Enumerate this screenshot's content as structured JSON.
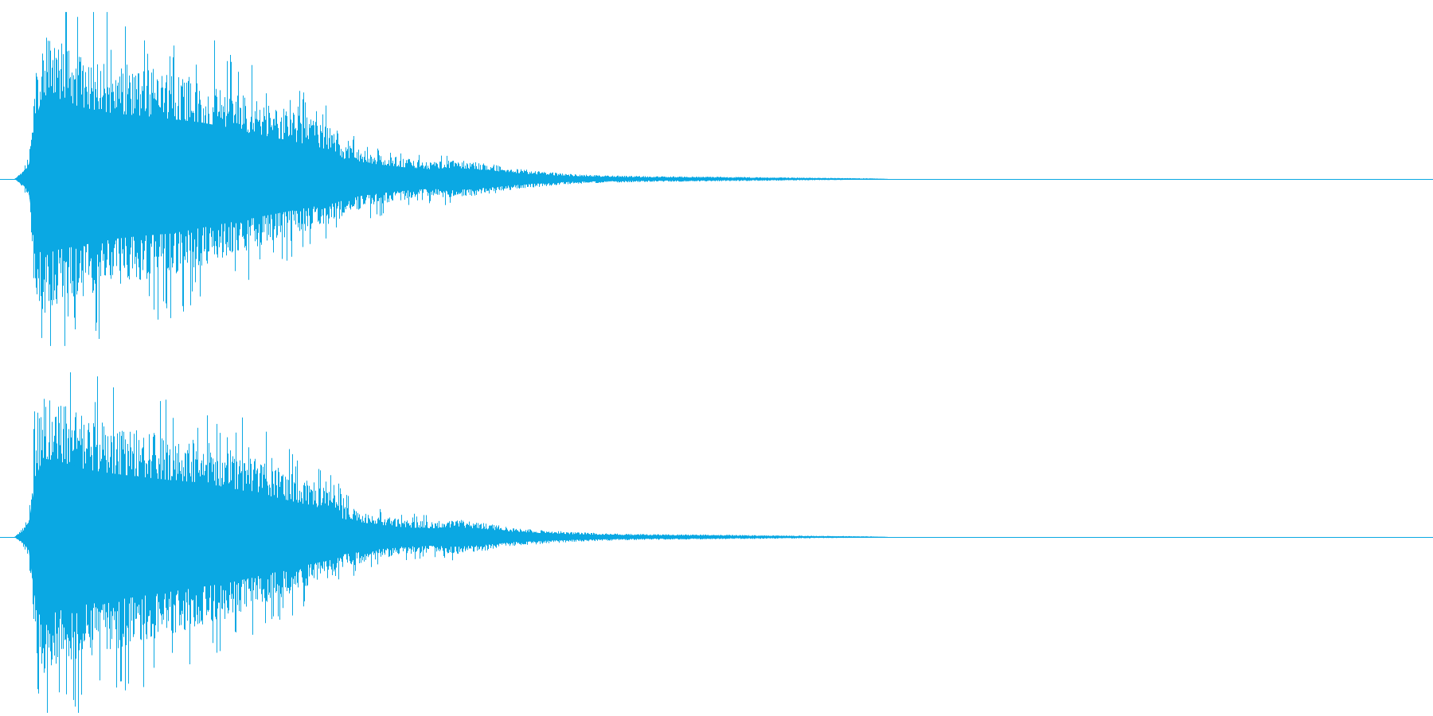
{
  "app": {
    "view": "audio-waveform"
  },
  "style": {
    "background": "#ffffff",
    "waveform_color": "#0aa8e3"
  },
  "chart_data": {
    "type": "area",
    "title": "",
    "xlabel": "",
    "ylabel": "",
    "grid": false,
    "legend": "none",
    "x_unit": "fraction-of-duration",
    "ylim": [
      -1,
      1
    ],
    "channels": [
      {
        "name": "",
        "envelope": {
          "x": [
            0.0,
            0.01,
            0.016,
            0.02,
            0.025,
            0.03,
            0.04,
            0.06,
            0.08,
            0.1,
            0.12,
            0.14,
            0.16,
            0.18,
            0.2,
            0.22,
            0.235,
            0.24,
            0.26,
            0.28,
            0.3,
            0.32,
            0.34,
            0.36,
            0.364,
            0.37,
            0.38,
            0.39,
            0.4,
            0.42,
            0.45,
            0.5,
            0.55,
            0.6,
            0.61,
            0.62,
            1.0
          ],
          "upper": [
            0.0,
            0.0,
            0.05,
            0.12,
            0.55,
            0.78,
            0.72,
            0.65,
            0.6,
            0.58,
            0.55,
            0.52,
            0.47,
            0.4,
            0.36,
            0.3,
            0.25,
            0.18,
            0.14,
            0.11,
            0.09,
            0.1,
            0.08,
            0.055,
            0.053,
            0.045,
            0.04,
            0.03,
            0.025,
            0.02,
            0.015,
            0.012,
            0.008,
            0.004,
            0.003,
            0.0,
            0.0
          ],
          "lower": [
            0.0,
            0.0,
            -0.05,
            -0.12,
            -0.6,
            -0.7,
            -0.65,
            -0.6,
            -0.55,
            -0.52,
            -0.5,
            -0.45,
            -0.4,
            -0.35,
            -0.3,
            -0.25,
            -0.22,
            -0.18,
            -0.14,
            -0.11,
            -0.09,
            -0.1,
            -0.08,
            -0.055,
            -0.053,
            -0.045,
            -0.04,
            -0.03,
            -0.025,
            -0.02,
            -0.015,
            -0.012,
            -0.008,
            -0.004,
            -0.003,
            0.0,
            0.0
          ],
          "peak_max": 0.95,
          "peak_min": -0.95
        }
      },
      {
        "name": "",
        "envelope": {
          "x": [
            0.0,
            0.01,
            0.016,
            0.02,
            0.025,
            0.03,
            0.04,
            0.06,
            0.08,
            0.1,
            0.12,
            0.14,
            0.16,
            0.18,
            0.2,
            0.22,
            0.235,
            0.24,
            0.26,
            0.28,
            0.3,
            0.32,
            0.34,
            0.36,
            0.364,
            0.37,
            0.38,
            0.39,
            0.4,
            0.42,
            0.45,
            0.5,
            0.55,
            0.6,
            0.61,
            0.62,
            1.0
          ],
          "upper": [
            0.0,
            0.0,
            0.05,
            0.12,
            0.55,
            0.72,
            0.7,
            0.62,
            0.58,
            0.55,
            0.52,
            0.5,
            0.45,
            0.4,
            0.34,
            0.28,
            0.22,
            0.16,
            0.12,
            0.09,
            0.08,
            0.09,
            0.07,
            0.045,
            0.043,
            0.04,
            0.035,
            0.03,
            0.025,
            0.02,
            0.015,
            0.012,
            0.008,
            0.004,
            0.003,
            0.0,
            0.0
          ],
          "lower": [
            0.0,
            0.0,
            -0.05,
            -0.12,
            -0.62,
            -0.75,
            -0.68,
            -0.62,
            -0.58,
            -0.54,
            -0.5,
            -0.46,
            -0.42,
            -0.36,
            -0.3,
            -0.24,
            -0.2,
            -0.16,
            -0.12,
            -0.09,
            -0.08,
            -0.09,
            -0.07,
            -0.045,
            -0.043,
            -0.04,
            -0.035,
            -0.03,
            -0.025,
            -0.02,
            -0.015,
            -0.012,
            -0.008,
            -0.004,
            -0.003,
            0.0,
            0.0
          ],
          "peak_max": 0.98,
          "peak_min": -1.0
        }
      }
    ]
  }
}
